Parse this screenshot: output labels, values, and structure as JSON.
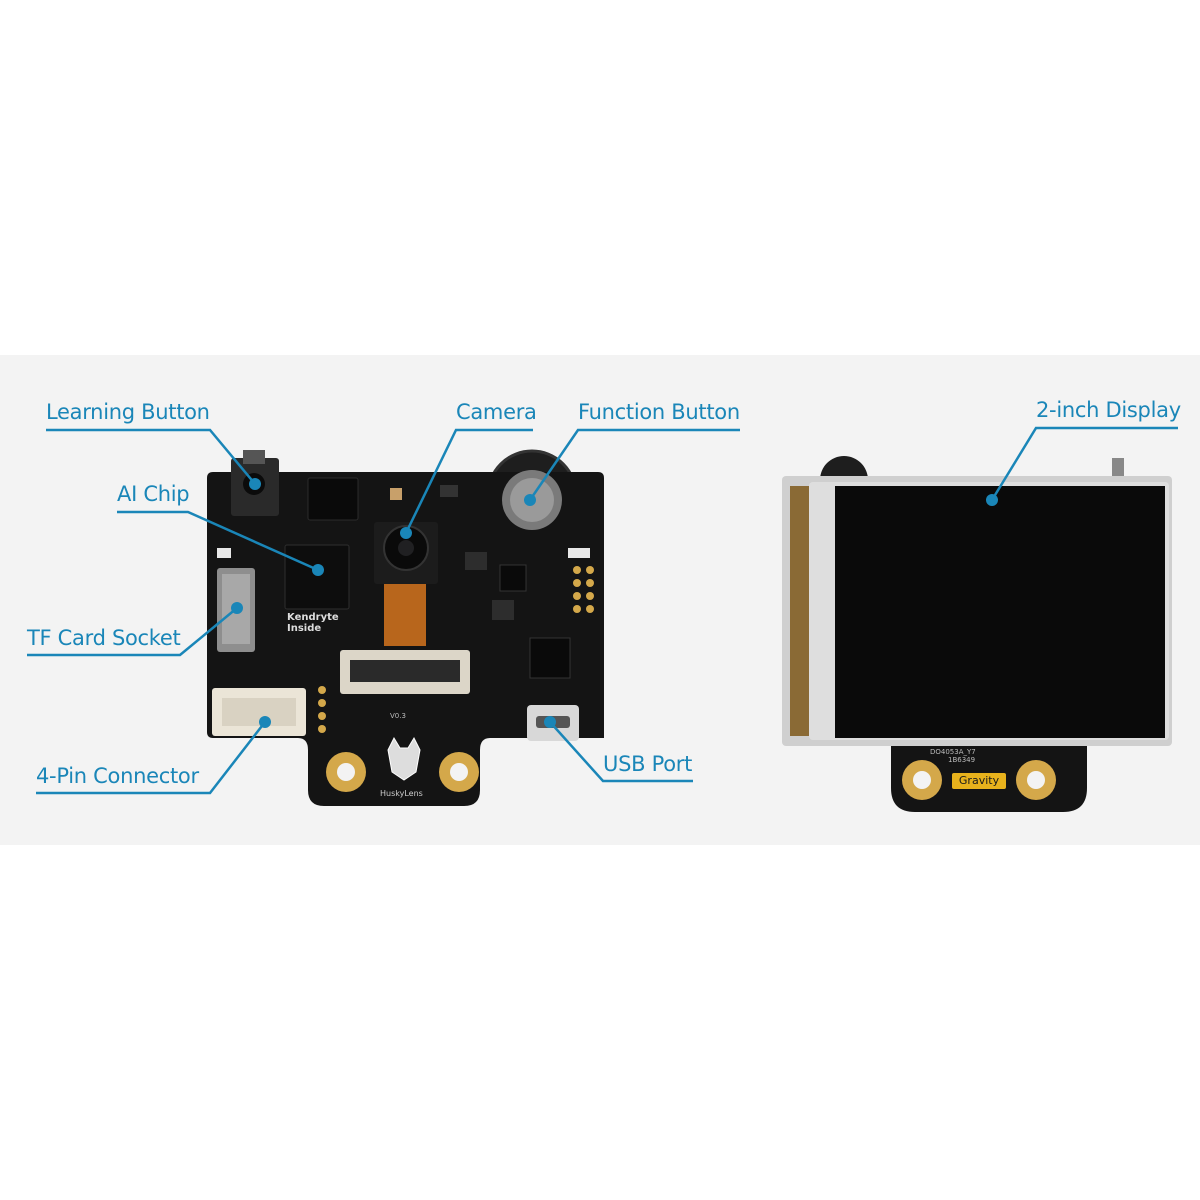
{
  "callouts": {
    "learning_button": "Learning Button",
    "ai_chip": "AI Chip",
    "tf_card_socket": "TF Card Socket",
    "four_pin_connector": "4-Pin Connector",
    "camera": "Camera",
    "function_button": "Function Button",
    "usb_port": "USB Port",
    "display": "2-inch Display"
  },
  "board_front": {
    "chip_text_line1": "Kendryte",
    "chip_text_line2": "Inside",
    "version": "V0.3",
    "brand": "HuskyLens"
  },
  "board_back": {
    "part_code_line1": "DO4053A_Y7",
    "part_code_line2": "1B6349",
    "gravity_badge": "Gravity"
  },
  "colors": {
    "callout": "#1a86b8",
    "board": "#141414",
    "gold": "#d4a84a",
    "panel": "#f3f3f3"
  }
}
